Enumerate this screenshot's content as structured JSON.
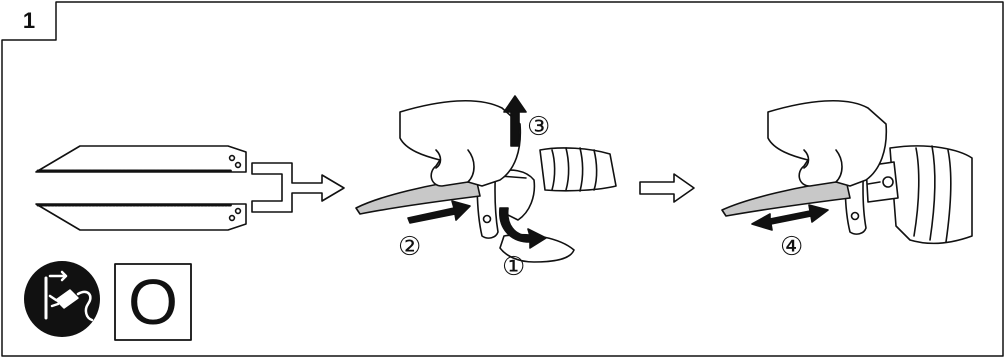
{
  "figure": {
    "step_number": "1",
    "callouts": [
      "③",
      "②",
      "①",
      "④"
    ],
    "mode_symbol": "O",
    "icons": [
      "unplug-icon",
      "blade-icon",
      "reciprocating-saw-icon",
      "hand-icon",
      "arrow-icon"
    ],
    "colors": {
      "ink": "#111111",
      "blade": "#c8c8c8",
      "background": "#ffffff"
    }
  }
}
